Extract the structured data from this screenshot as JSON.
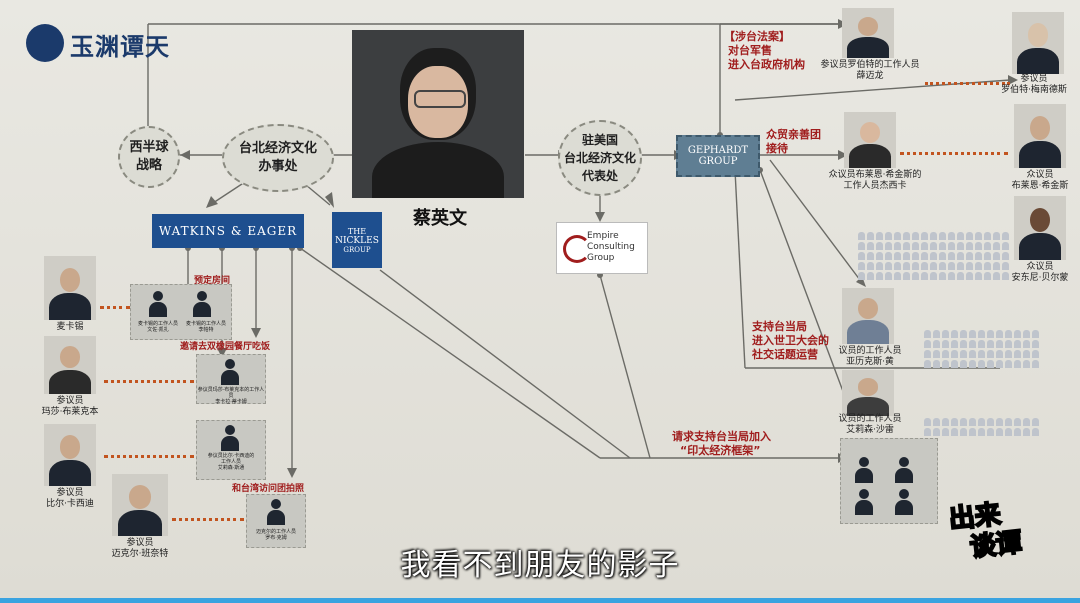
{
  "channel": {
    "name": "玉渊谭天"
  },
  "center": {
    "name": "蔡英文"
  },
  "nodes": {
    "taipei_office": "台北经济文化\n办事处",
    "western_hemisphere": "西半球\n战略",
    "tecro": "驻美国\n台北经济文化\n代表处"
  },
  "logos": {
    "watkins": "WATKINS & EAGER",
    "nickles_line1": "THE",
    "nickles_line2": "NICKLES",
    "nickles_line3": "GROUP",
    "empire_line1": "Empire",
    "empire_line2": "Consulting",
    "empire_line3": "Group",
    "gephardt_line1": "GEPHARDT",
    "gephardt_line2": "GROUP"
  },
  "labels": {
    "taiwan_bill": "【涉台法案】",
    "arms_sale": "对台军售",
    "gov_agency": "进入台政府机构",
    "reception": "众贸亲善团",
    "reception2": "接待",
    "support_taiwan": "支持台当局",
    "wha": "进入世卫大会的",
    "social": "社交话题运营",
    "framework": "请求支持台当局加入",
    "ipef": "“印太经济框架”",
    "book_room": "预定房间",
    "banquet": "邀请去双橡园餐厅吃饭",
    "delegation": "和台湾访问团拍照"
  },
  "people": {
    "staff_menendez": "参议员罗伯特的工作人员\n薛迈龙",
    "menendez": "参议员\n罗伯特·梅南德斯",
    "staff_fischbach": "众议员布莱恩·希金斯的\n工作人员杰西卡",
    "higgins": "众议员\n布莱恩·希金斯",
    "kim": "众议员\n安东尼·贝尔蒙",
    "staff_a": "议员的工作人员\n亚历克斯·黄",
    "staff_b": "议员的工作人员\n艾莉森·沙雷",
    "mccarthy": "麦卡锡",
    "staff_mccarthy_1": "麦卡锡的工作人员\n文佐·凯扎",
    "staff_mccarthy_2": "麦卡锡的工作人员\n李帕特",
    "blackburn": "参议员\n玛莎·布莱克本",
    "staff_blackburn": "参议员玛莎·布莱克本的工作人员\n李卡拉·蒂卡姆",
    "cassidy": "参议员\n比尔·卡西迪",
    "staff_cassidy": "参议员比尔·卡西迪的\n工作人员\n艾莉森·斯通",
    "bennet": "参议员\n迈克尔·班奈特",
    "staff_bennet": "迈克尔的工作人员\n罗布·克姆"
  },
  "subtitle": "我看不到朋友的影子",
  "watermark": {
    "line1": "出来",
    "line2": "谈谭"
  },
  "colors": {
    "accent_red": "#a01d1d",
    "dotted": "#c2541f",
    "navy": "#1b3a6b",
    "crowd": "#bfc4cc"
  }
}
